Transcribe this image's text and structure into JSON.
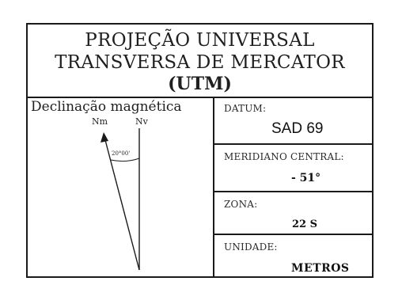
{
  "title": {
    "line1": "PROJEÇÃO UNIVERSAL",
    "line2": "TRANSVERSA DE MERCATOR",
    "line3": "(UTM)"
  },
  "declination": {
    "heading": "Declinação magnética",
    "magnetic_north_label": "Nm",
    "true_north_label": "Nv",
    "angle_label": "20°00'",
    "angle_degrees": 20
  },
  "fields": {
    "datum": {
      "label": "DATUM:",
      "value": "SAD 69"
    },
    "meridiano": {
      "label": "MERIDIANO CENTRAL:",
      "value": "- 51°"
    },
    "zona": {
      "label": "ZONA:",
      "value": "22 S"
    },
    "unidade": {
      "label": "UNIDADE:",
      "value": "METROS"
    }
  },
  "colors": {
    "ink": "#1a1a1a",
    "background": "#ffffff"
  }
}
